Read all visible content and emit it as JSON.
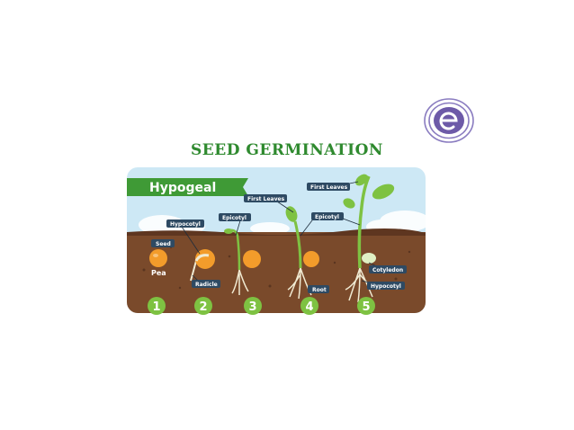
{
  "title": "SEED GERMINATION",
  "type_label": "Hypogeal",
  "labels": {
    "seed": "Seed",
    "pea": "Pea",
    "hypocotyl_1": "Hypocotyl",
    "radicle": "Radicle",
    "epicotyl_1": "Epicotyl",
    "first_leaves_1": "First Leaves",
    "epicotyl_2": "Epicotyl",
    "first_leaves_2": "First Leaves",
    "root": "Root",
    "cotyledon": "Cotyledon",
    "hypocotyl_2": "Hypocotyl"
  },
  "stages": [
    "1",
    "2",
    "3",
    "4",
    "5"
  ],
  "logo_icon": "embibe-logo-icon",
  "colors": {
    "title_green": "#2f8a2f",
    "banner_green": "#3f9a36",
    "soil": "#7a4a2b",
    "sky": "#cde8f5",
    "seed_orange": "#f39c2b",
    "leaf": "#7ec242",
    "label_bg": "#2e4a63",
    "logo_purple": "#6d5aa8"
  }
}
